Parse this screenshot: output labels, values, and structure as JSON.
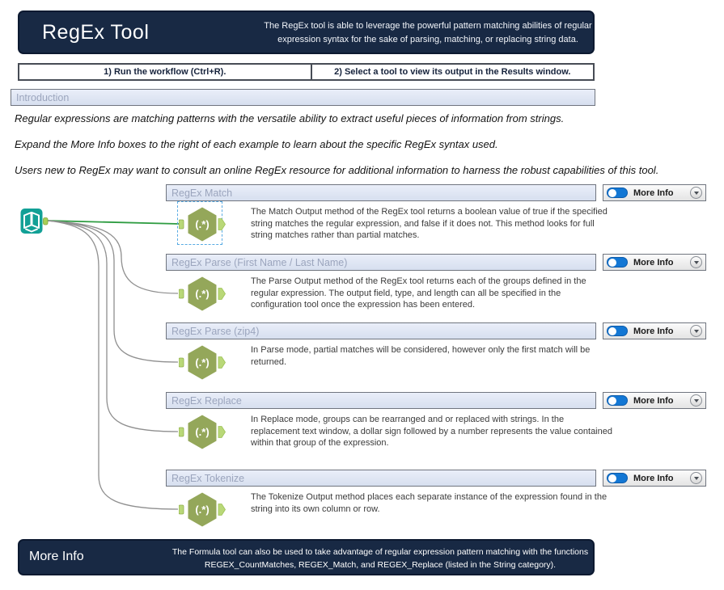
{
  "header": {
    "title": "RegEx Tool",
    "description": "The RegEx tool is able to leverage the powerful pattern matching abilities of regular expression syntax for the sake of parsing, matching, or replacing string data."
  },
  "instructions": {
    "step1": "1) Run the workflow (Ctrl+R).",
    "step2": "2) Select a tool to view its output in the Results window."
  },
  "introduction": {
    "label": "Introduction",
    "paragraphs": [
      "Regular expressions are matching patterns with the versatile ability to extract useful pieces of information from strings.",
      "Expand the More Info boxes to the right of each example to learn about the specific RegEx syntax used.",
      "Users new to RegEx may want to consult an online RegEx resource for additional information to harness the robust capabilities of this tool."
    ]
  },
  "sections": [
    {
      "title": "RegEx Match",
      "description": "The Match Output method of the RegEx tool returns a boolean value of true if the specified string matches the regular expression, and false if it does not. This method looks for full string matches rather than partial matches.",
      "more_info_label": "More Info",
      "tool_icon_label": "(.*)"
    },
    {
      "title": "RegEx Parse (First Name / Last Name)",
      "description": "The Parse Output method of the RegEx tool returns each of the groups defined in the regular expression. The output field, type, and length can all be specified in the configuration tool once the expression has been entered.",
      "more_info_label": "More Info",
      "tool_icon_label": "(.*)"
    },
    {
      "title": "RegEx Parse (zip4)",
      "description": "In Parse mode, partial matches will be considered, however only the first match will be returned.",
      "more_info_label": "More Info",
      "tool_icon_label": "(.*)"
    },
    {
      "title": "RegEx Replace",
      "description": "In Replace mode, groups can be rearranged and or replaced with strings. In the replacement text window, a dollar sign followed by a number represents the value contained within that group of the expression.",
      "more_info_label": "More Info",
      "tool_icon_label": "(.*)"
    },
    {
      "title": "RegEx Tokenize",
      "description": "The Tokenize Output method places each separate instance of the expression found in the string into its own column or row.",
      "more_info_label": "More Info",
      "tool_icon_label": "(.*)"
    }
  ],
  "footer": {
    "title": "More Info",
    "text": "The Formula tool can also be used to take advantage of regular expression pattern matching with the functions REGEX_CountMatches, REGEX_Match, and REGEX_Replace (listed in the String category)."
  },
  "colors": {
    "banner_navy": "#182944",
    "comment_bar_fill": "#dce3f2",
    "comment_bar_text": "#9ba5bd",
    "toggle_blue": "#1377d4",
    "hexagon_olive": "#94a75a",
    "anchor_green": "#b9d878",
    "book_teal": "#12a096",
    "wire_green": "#2e9c41",
    "wire_gray": "#8f8f8f",
    "selection_blue": "#57aae3"
  }
}
